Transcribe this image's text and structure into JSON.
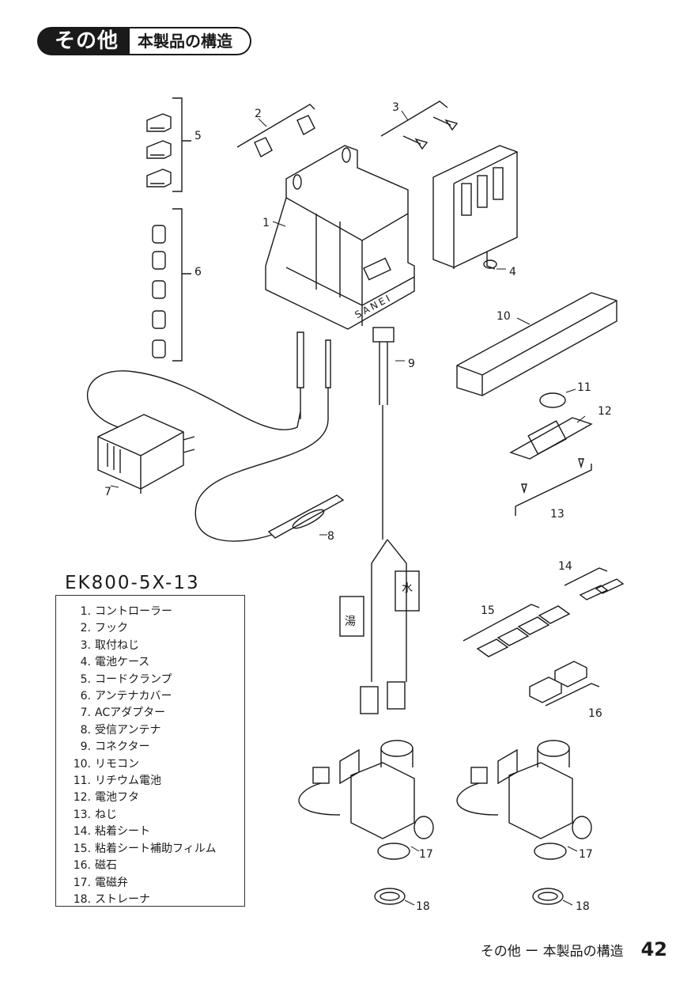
{
  "header": {
    "tag": "その他",
    "title": "本製品の構造"
  },
  "model": "EK800-5X-13",
  "parts": [
    {
      "no": "1.",
      "name": "コントローラー"
    },
    {
      "no": "2.",
      "name": "フック"
    },
    {
      "no": "3.",
      "name": "取付ねじ"
    },
    {
      "no": "4.",
      "name": "電池ケース"
    },
    {
      "no": "5.",
      "name": "コードクランプ"
    },
    {
      "no": "6.",
      "name": "アンテナカバー"
    },
    {
      "no": "7.",
      "name": "ACアダプター"
    },
    {
      "no": "8.",
      "name": "受信アンテナ"
    },
    {
      "no": "9.",
      "name": "コネクター"
    },
    {
      "no": "10.",
      "name": "リモコン"
    },
    {
      "no": "11.",
      "name": "リチウム電池"
    },
    {
      "no": "12.",
      "name": "電池フタ"
    },
    {
      "no": "13.",
      "name": "ねじ"
    },
    {
      "no": "14.",
      "name": "粘着シート"
    },
    {
      "no": "15.",
      "name": "粘着シート補助フィルム"
    },
    {
      "no": "16.",
      "name": "磁石"
    },
    {
      "no": "17.",
      "name": "電磁弁"
    },
    {
      "no": "18.",
      "name": "ストレーナ"
    }
  ],
  "callouts": [
    "1",
    "2",
    "3",
    "4",
    "5",
    "6",
    "7",
    "8",
    "9",
    "10",
    "11",
    "12",
    "13",
    "14",
    "15",
    "16",
    "17",
    "17",
    "18",
    "18"
  ],
  "diagram": {
    "brand": "SANEI",
    "hot_label": "湯",
    "cold_label": "水"
  },
  "footer": {
    "title": "その他 ー 本製品の構造",
    "page": "42"
  }
}
